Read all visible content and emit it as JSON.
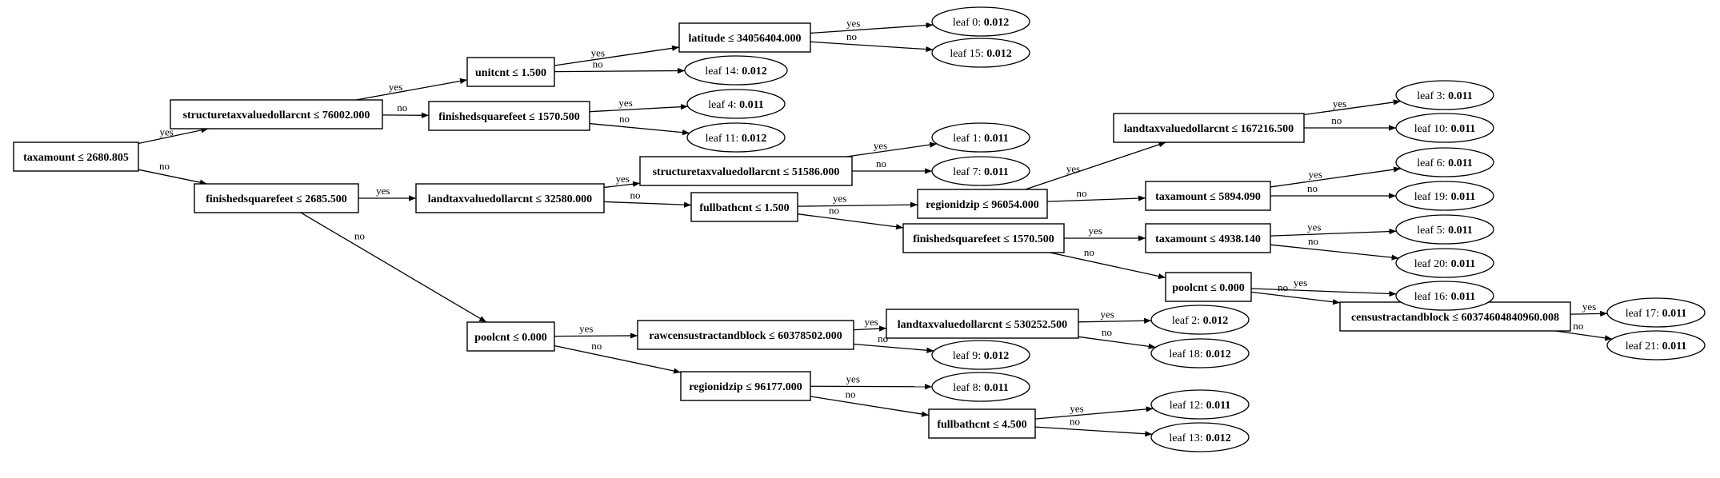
{
  "nodes": [
    {
      "id": "n_root",
      "type": "split",
      "label": "taxamount ≤ 2680.805"
    },
    {
      "id": "n_stvd",
      "type": "split",
      "label": "structuretaxvaluedollarcnt ≤ 76002.000"
    },
    {
      "id": "n_fsf1",
      "type": "split",
      "label": "finishedsquarefeet ≤ 2685.500"
    },
    {
      "id": "n_unit",
      "type": "split",
      "label": "unitcnt ≤ 1.500"
    },
    {
      "id": "n_fsf2",
      "type": "split",
      "label": "finishedsquarefeet ≤ 1570.500"
    },
    {
      "id": "n_lat",
      "type": "split",
      "label": "latitude ≤ 34056404.000"
    },
    {
      "id": "n_ltv1",
      "type": "split",
      "label": "landtaxvaluedollarcnt ≤ 32580.000"
    },
    {
      "id": "n_pool1",
      "type": "split",
      "label": "poolcnt ≤ 0.000"
    },
    {
      "id": "n_stvd2",
      "type": "split",
      "label": "structuretaxvaluedollarcnt ≤ 51586.000"
    },
    {
      "id": "n_fb1",
      "type": "split",
      "label": "fullbathcnt ≤ 1.500"
    },
    {
      "id": "n_rz1",
      "type": "split",
      "label": "regionidzip ≤ 96054.000"
    },
    {
      "id": "n_fsf3",
      "type": "split",
      "label": "finishedsquarefeet ≤ 1570.500"
    },
    {
      "id": "n_ltv2",
      "type": "split",
      "label": "landtaxvaluedollarcnt ≤ 167216.500"
    },
    {
      "id": "n_tax2",
      "type": "split",
      "label": "taxamount ≤ 5894.090"
    },
    {
      "id": "n_tax3",
      "type": "split",
      "label": "taxamount ≤ 4938.140"
    },
    {
      "id": "n_pool2",
      "type": "split",
      "label": "poolcnt ≤ 0.000"
    },
    {
      "id": "n_cens",
      "type": "split",
      "label": "censustractandblock ≤ 60374604840960.008"
    },
    {
      "id": "n_raw",
      "type": "split",
      "label": "rawcensustractandblock ≤ 60378502.000"
    },
    {
      "id": "n_rz2",
      "type": "split",
      "label": "regionidzip ≤ 96177.000"
    },
    {
      "id": "n_ltv3",
      "type": "split",
      "label": "landtaxvaluedollarcnt ≤ 530252.500"
    },
    {
      "id": "n_fb2",
      "type": "split",
      "label": "fullbathcnt ≤ 4.500"
    },
    {
      "id": "l0",
      "type": "leaf",
      "label": "leaf 0: ",
      "value": "0.012"
    },
    {
      "id": "l15",
      "type": "leaf",
      "label": "leaf 15: ",
      "value": "0.012"
    },
    {
      "id": "l14",
      "type": "leaf",
      "label": "leaf 14: ",
      "value": "0.012"
    },
    {
      "id": "l4",
      "type": "leaf",
      "label": "leaf 4: ",
      "value": "0.011"
    },
    {
      "id": "l11",
      "type": "leaf",
      "label": "leaf 11: ",
      "value": "0.012"
    },
    {
      "id": "l1",
      "type": "leaf",
      "label": "leaf 1: ",
      "value": "0.011"
    },
    {
      "id": "l7",
      "type": "leaf",
      "label": "leaf 7: ",
      "value": "0.011"
    },
    {
      "id": "l3",
      "type": "leaf",
      "label": "leaf 3: ",
      "value": "0.011"
    },
    {
      "id": "l10",
      "type": "leaf",
      "label": "leaf 10: ",
      "value": "0.011"
    },
    {
      "id": "l6",
      "type": "leaf",
      "label": "leaf 6: ",
      "value": "0.011"
    },
    {
      "id": "l19",
      "type": "leaf",
      "label": "leaf 19: ",
      "value": "0.011"
    },
    {
      "id": "l5",
      "type": "leaf",
      "label": "leaf 5: ",
      "value": "0.011"
    },
    {
      "id": "l20",
      "type": "leaf",
      "label": "leaf 20: ",
      "value": "0.011"
    },
    {
      "id": "l16",
      "type": "leaf",
      "label": "leaf 16: ",
      "value": "0.011"
    },
    {
      "id": "l17",
      "type": "leaf",
      "label": "leaf 17: ",
      "value": "0.011"
    },
    {
      "id": "l21",
      "type": "leaf",
      "label": "leaf 21: ",
      "value": "0.011"
    },
    {
      "id": "l2",
      "type": "leaf",
      "label": "leaf 2: ",
      "value": "0.012"
    },
    {
      "id": "l18",
      "type": "leaf",
      "label": "leaf 18: ",
      "value": "0.012"
    },
    {
      "id": "l9",
      "type": "leaf",
      "label": "leaf 9: ",
      "value": "0.012"
    },
    {
      "id": "l8",
      "type": "leaf",
      "label": "leaf 8: ",
      "value": "0.011"
    },
    {
      "id": "l12",
      "type": "leaf",
      "label": "leaf 12: ",
      "value": "0.011"
    },
    {
      "id": "l13",
      "type": "leaf",
      "label": "leaf 13: ",
      "value": "0.012"
    }
  ],
  "edges": [
    {
      "from": "n_root",
      "to": "n_stvd",
      "label": "yes"
    },
    {
      "from": "n_root",
      "to": "n_fsf1",
      "label": "no"
    },
    {
      "from": "n_stvd",
      "to": "n_unit",
      "label": "yes"
    },
    {
      "from": "n_stvd",
      "to": "n_fsf2",
      "label": "no"
    },
    {
      "from": "n_unit",
      "to": "n_lat",
      "label": "yes"
    },
    {
      "from": "n_unit",
      "to": "l14",
      "label": "no"
    },
    {
      "from": "n_lat",
      "to": "l0",
      "label": "yes"
    },
    {
      "from": "n_lat",
      "to": "l15",
      "label": "no"
    },
    {
      "from": "n_fsf2",
      "to": "l4",
      "label": "yes"
    },
    {
      "from": "n_fsf2",
      "to": "l11",
      "label": "no"
    },
    {
      "from": "n_fsf1",
      "to": "n_ltv1",
      "label": "yes"
    },
    {
      "from": "n_fsf1",
      "to": "n_pool1",
      "label": "no"
    },
    {
      "from": "n_ltv1",
      "to": "n_stvd2",
      "label": "yes"
    },
    {
      "from": "n_ltv1",
      "to": "n_fb1",
      "label": "no"
    },
    {
      "from": "n_stvd2",
      "to": "l1",
      "label": "yes"
    },
    {
      "from": "n_stvd2",
      "to": "l7",
      "label": "no"
    },
    {
      "from": "n_fb1",
      "to": "n_rz1",
      "label": "yes"
    },
    {
      "from": "n_fb1",
      "to": "n_fsf3",
      "label": "no"
    },
    {
      "from": "n_rz1",
      "to": "n_ltv2",
      "label": "yes"
    },
    {
      "from": "n_rz1",
      "to": "n_tax2",
      "label": "no"
    },
    {
      "from": "n_ltv2",
      "to": "l3",
      "label": "yes"
    },
    {
      "from": "n_ltv2",
      "to": "l10",
      "label": "no"
    },
    {
      "from": "n_tax2",
      "to": "l6",
      "label": "yes"
    },
    {
      "from": "n_tax2",
      "to": "l19",
      "label": "no"
    },
    {
      "from": "n_fsf3",
      "to": "n_tax3",
      "label": "yes"
    },
    {
      "from": "n_fsf3",
      "to": "n_pool2",
      "label": "no"
    },
    {
      "from": "n_tax3",
      "to": "l5",
      "label": "yes"
    },
    {
      "from": "n_tax3",
      "to": "l20",
      "label": "no"
    },
    {
      "from": "n_pool2",
      "to": "l16",
      "label": "yes"
    },
    {
      "from": "n_pool2",
      "to": "n_cens",
      "label": "no"
    },
    {
      "from": "n_cens",
      "to": "l17",
      "label": "yes"
    },
    {
      "from": "n_cens",
      "to": "l21",
      "label": "no"
    },
    {
      "from": "n_pool1",
      "to": "n_raw",
      "label": "yes"
    },
    {
      "from": "n_pool1",
      "to": "n_rz2",
      "label": "no"
    },
    {
      "from": "n_raw",
      "to": "n_ltv3",
      "label": "yes"
    },
    {
      "from": "n_raw",
      "to": "l9",
      "label": "no"
    },
    {
      "from": "n_ltv3",
      "to": "l2",
      "label": "yes"
    },
    {
      "from": "n_ltv3",
      "to": "l18",
      "label": "no"
    },
    {
      "from": "n_rz2",
      "to": "l8",
      "label": "yes"
    },
    {
      "from": "n_rz2",
      "to": "n_fb2",
      "label": "no"
    },
    {
      "from": "n_fb2",
      "to": "l12",
      "label": "yes"
    },
    {
      "from": "n_fb2",
      "to": "l13",
      "label": "no"
    }
  ]
}
